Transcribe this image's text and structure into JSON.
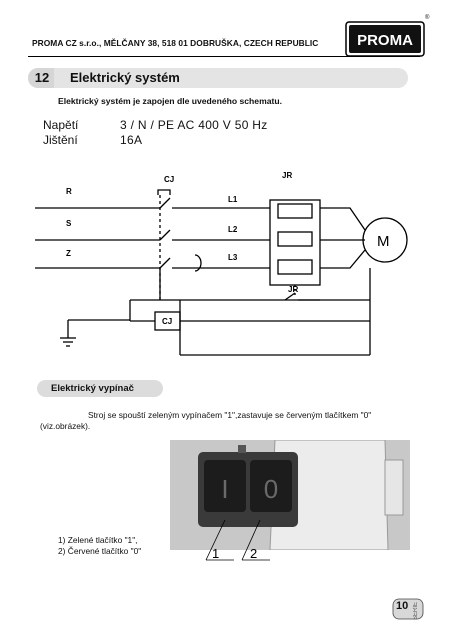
{
  "header": {
    "company": "PROMA CZ s.r.o., MĚLČANY 38, 518 01 DOBRUŠKA, CZECH REPUBLIC",
    "logo": "PROMA",
    "registered": "®"
  },
  "section": {
    "number": "12",
    "title": "Elektrický systém",
    "intro": "Elektrický systém je zapojen dle uvedeného schematu."
  },
  "specs": {
    "voltage_label": "Napětí",
    "voltage_value": "3 / N / PE  AC  400  V  50  Hz",
    "fuse_label": "Jištění",
    "fuse_value": "16A"
  },
  "schema": {
    "labels": [
      "R",
      "S",
      "Z",
      "CJ",
      "JR",
      "L1",
      "L2",
      "L3",
      "M",
      "JR",
      "CJ"
    ]
  },
  "switch_section": {
    "title": "Elektrický vypínač",
    "description_line1": "Stroj se spouští zeleným vypínačem \"1\",zastavuje se červeným tlačítkem \"0\"",
    "description_line2": "(viz.obrázek).",
    "button_1_symbol": "I",
    "button_0_symbol": "0",
    "legend_1": "1) Zelené tlačítko \"1\",",
    "legend_2": "2) Červené tlačítko \"0\"",
    "callout_1": "1",
    "callout_2": "2"
  },
  "footer": {
    "page_number": "10",
    "vertical_text": "SERIE"
  }
}
